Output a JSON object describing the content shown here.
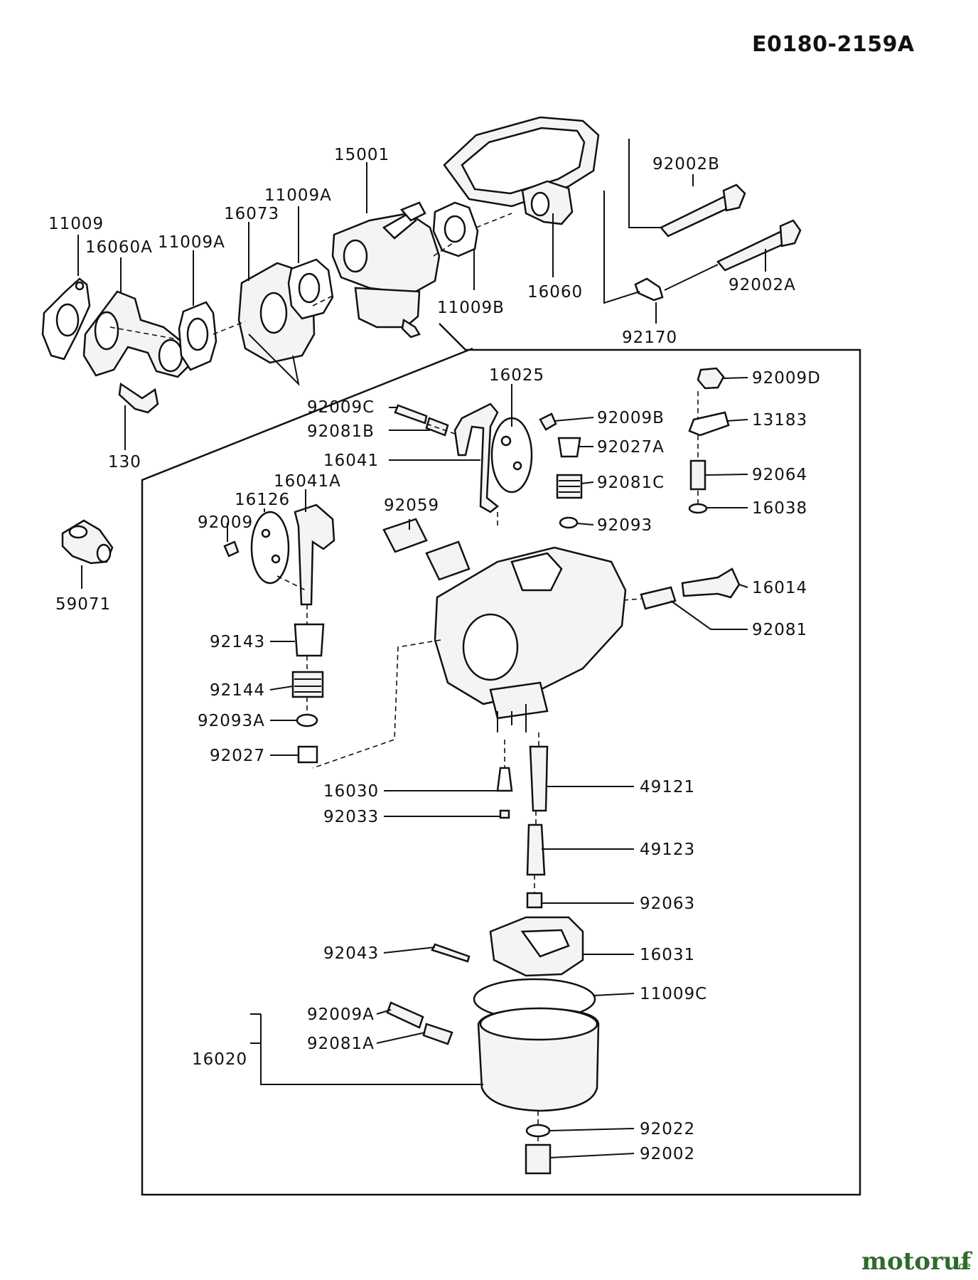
{
  "drawing_code": "E0180-2159A",
  "watermark": {
    "brand": "motoruf",
    "tld": ".de"
  },
  "parts": {
    "p11009": "11009",
    "p16060A": "16060A",
    "p11009A_1": "11009A",
    "p16073": "16073",
    "p11009A_2": "11009A",
    "p15001": "15001",
    "p11009B": "11009B",
    "p16060": "16060",
    "p92002B": "92002B",
    "p92002A": "92002A",
    "p92170": "92170",
    "p130": "130",
    "p59071": "59071",
    "p16025": "16025",
    "p92009C": "92009C",
    "p92081B": "92081B",
    "p16041": "16041",
    "p92009B": "92009B",
    "p92027A": "92027A",
    "p92081C": "92081C",
    "p92093": "92093",
    "p92009D": "92009D",
    "p13183": "13183",
    "p92064": "92064",
    "p16038": "16038",
    "p16014": "16014",
    "p92081": "92081",
    "p16041A": "16041A",
    "p16126": "16126",
    "p92009": "92009",
    "p92059": "92059",
    "p92143": "92143",
    "p92144": "92144",
    "p92093A": "92093A",
    "p92027": "92027",
    "p16030": "16030",
    "p49121": "49121",
    "p92033": "92033",
    "p49123": "49123",
    "p92063": "92063",
    "p92043": "92043",
    "p16031": "16031",
    "p11009C": "11009C",
    "p92009A": "92009A",
    "p92081A": "92081A",
    "p16020": "16020",
    "p92022": "92022",
    "p92002": "92002"
  }
}
